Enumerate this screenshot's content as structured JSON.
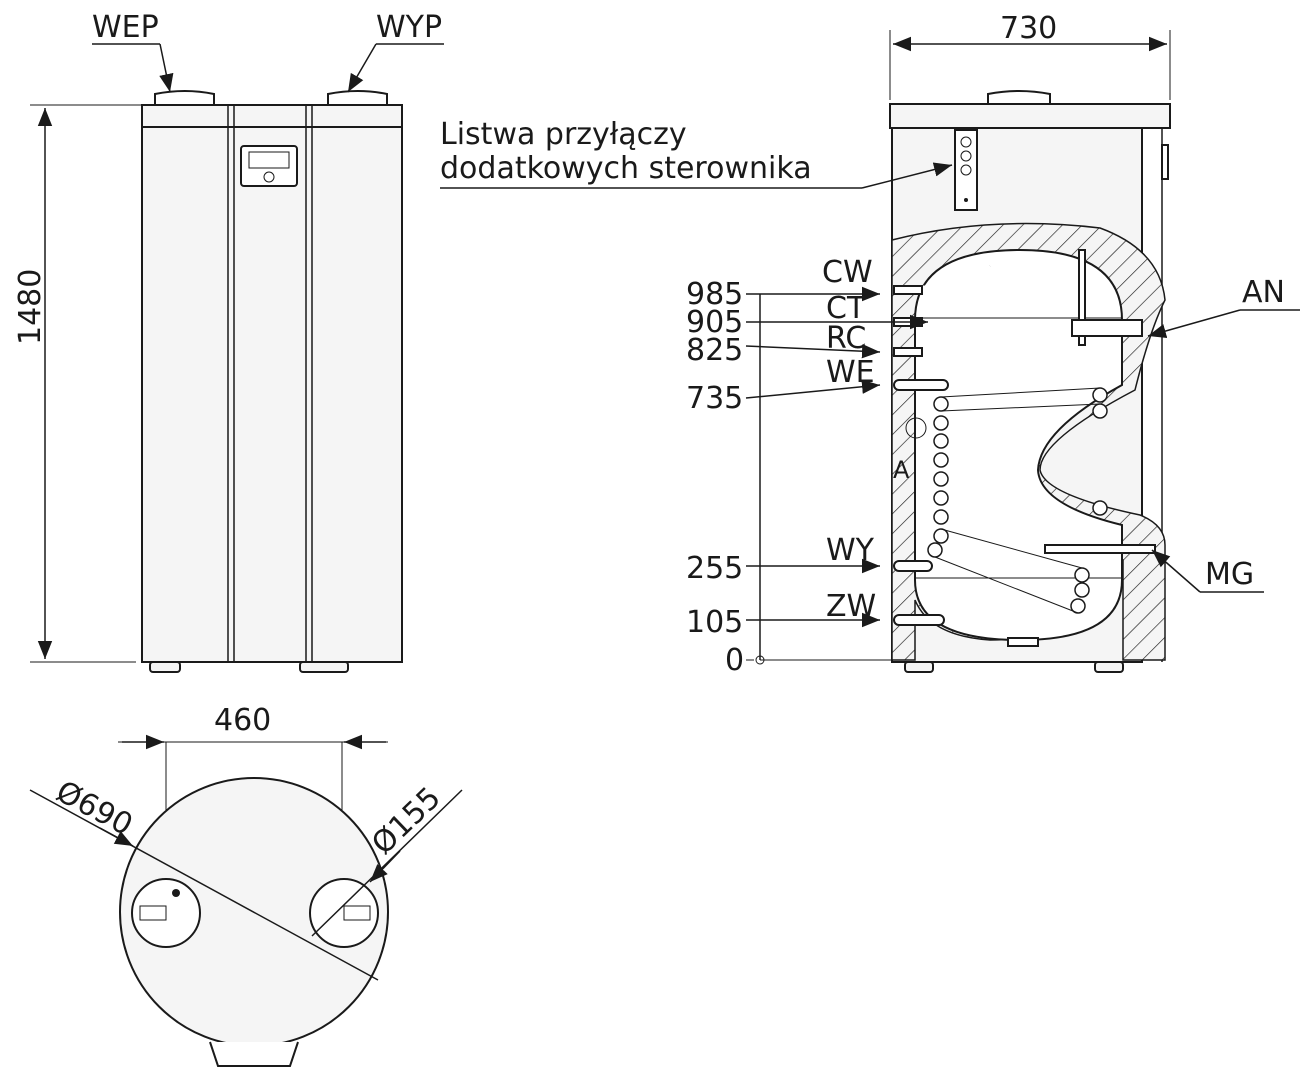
{
  "front_view": {
    "inlet_label": "WEP",
    "outlet_label": "WYP",
    "height_dim": "1480"
  },
  "side_view": {
    "width_dim": "730",
    "controller_note_line1": "Listwa przyłączy",
    "controller_note_line2": "dodatkowych sterownika",
    "connections": [
      {
        "code": "CW",
        "height": "985"
      },
      {
        "code": "CT",
        "height": "905"
      },
      {
        "code": "RC",
        "height": "825"
      },
      {
        "code": "WE",
        "height": "735"
      },
      {
        "code": "WY",
        "height": "255"
      },
      {
        "code": "ZW",
        "height": "105"
      }
    ],
    "zero_mark": "0",
    "anode_label": "AN",
    "magnesium_label": "MG",
    "section_mark": "A"
  },
  "top_view": {
    "spacing_dim": "460",
    "diameter_body": "690",
    "diameter_duct": "155",
    "diameter_symbol": "Ø"
  }
}
